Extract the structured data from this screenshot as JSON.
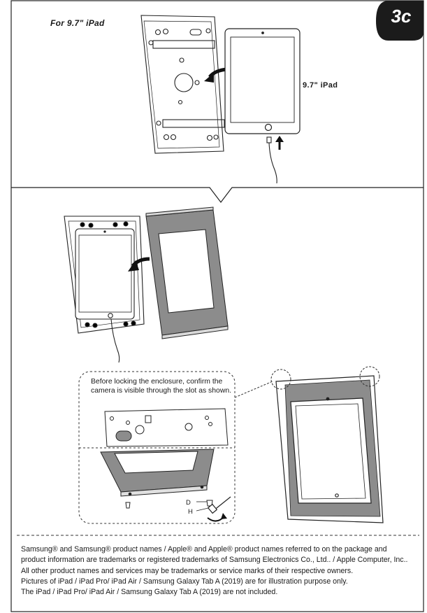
{
  "step_badge": "3c",
  "ipad_title": "For 9.7\" iPad",
  "ipad_label": "9.7\" iPad",
  "camera_note": "Before locking the enclosure, confirm the camera is visible through the slot as shown.",
  "screw_labels": {
    "d": "D",
    "h": "H"
  },
  "footer": {
    "trademark": "Samsung® and Samsung® product names / Apple® and Apple® product names referred to on the package and product information are trademarks or registered trademarks of Samsung Electronics Co., Ltd.. / Apple Computer, Inc.. All other product names and services may be trademarks or service marks of their respective owners.",
    "illustration_note": "Pictures of iPad / iPad Pro/ iPad Air / Samsung Galaxy Tab A (2019) are for illustration purpose only.",
    "not_included_note": "The iPad / iPad Pro/ iPad Air / Samsung Galaxy Tab A (2019)  are not included."
  },
  "colors": {
    "badge": "#1b1b1b",
    "cover": "#8c8c8c",
    "line": "#222222"
  },
  "icons": [
    "insert-arrow-icon",
    "cable-arrow-icon",
    "key-icon",
    "rotate-arrow-icon"
  ]
}
